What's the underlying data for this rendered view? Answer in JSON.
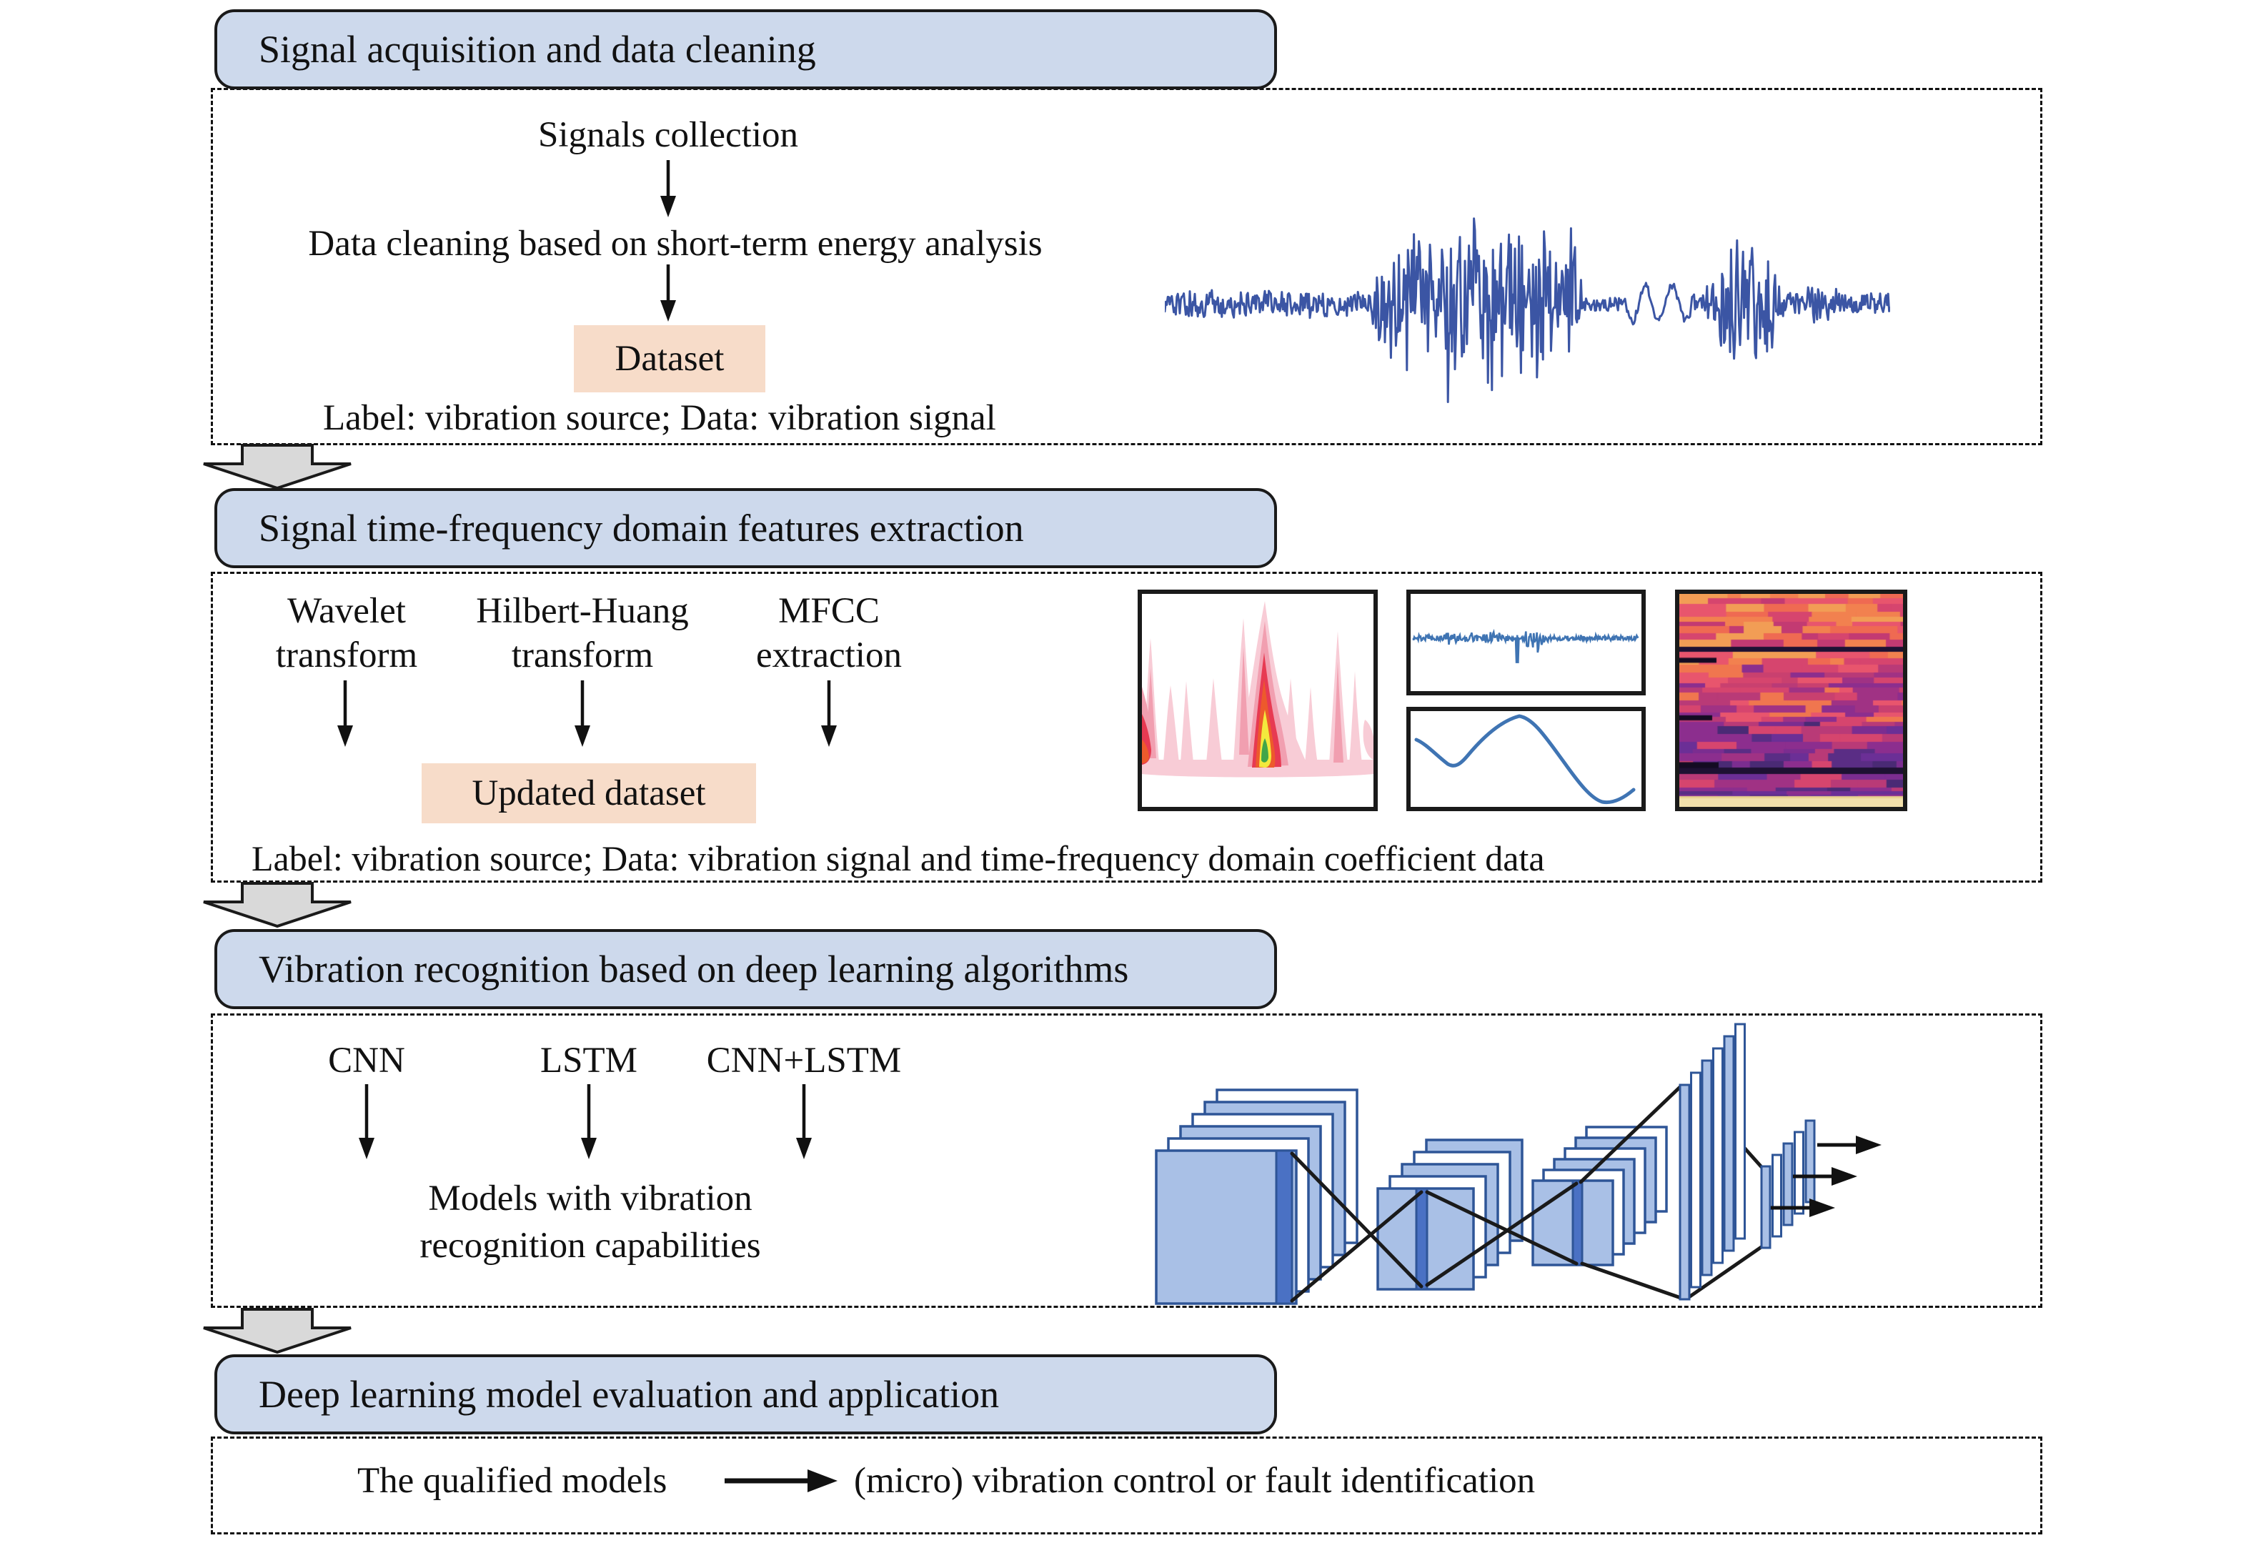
{
  "figure": {
    "background": "#ffffff"
  },
  "colors": {
    "header_fill": "#cdd9ec",
    "header_border": "#1a1a1a",
    "text": "#111111",
    "dataset_fill": "#f7dcc9",
    "block_arrow_fill": "#d9d9d9",
    "waveform_blue": "#3b55a4",
    "panel_line_blue": "#3f74b3",
    "cnn_light": "#a9c0e6",
    "cnn_white": "#ffffff",
    "cnn_dark_strip": "#4a71c4",
    "cnn_border": "#2e5597",
    "spectrogram_cream": "#f2e0ab"
  },
  "sections": [
    {
      "header": "Signal acquisition and data cleaning",
      "step1": "Signals collection",
      "step2": "Data cleaning based on short-term energy analysis",
      "dataset": "Dataset",
      "label": "Label: vibration source; Data: vibration signal"
    },
    {
      "header": "Signal time-frequency domain features extraction",
      "methods": [
        {
          "line1": "Wavelet",
          "line2": "transform"
        },
        {
          "line1": "Hilbert-Huang",
          "line2": "transform"
        },
        {
          "line1": "MFCC",
          "line2": "extraction"
        }
      ],
      "dataset": "Updated dataset",
      "label": "Label: vibration source; Data: vibration signal and time-frequency domain coefficient data"
    },
    {
      "header": "Vibration recognition based on deep learning algorithms",
      "algorithms": [
        "CNN",
        "LSTM",
        "CNN+LSTM"
      ],
      "result1": "Models with vibration",
      "result2": "recognition capabilities"
    },
    {
      "header": "Deep learning model evaluation and application",
      "source": "The qualified models",
      "target": "(micro) vibration control or fault identification"
    }
  ],
  "icons": {
    "block_arrow": "block-down-arrow",
    "down_arrow": "down-arrow",
    "right_arrow": "right-arrow",
    "waveform": "vibration-signal-waveform",
    "scalogram": "wavelet-scalogram",
    "noisy_signal": "hilbert-signal-plot",
    "imf_curve": "imf-curve-plot",
    "spectrogram": "mfcc-spectrogram",
    "cnn": "cnn-architecture"
  }
}
